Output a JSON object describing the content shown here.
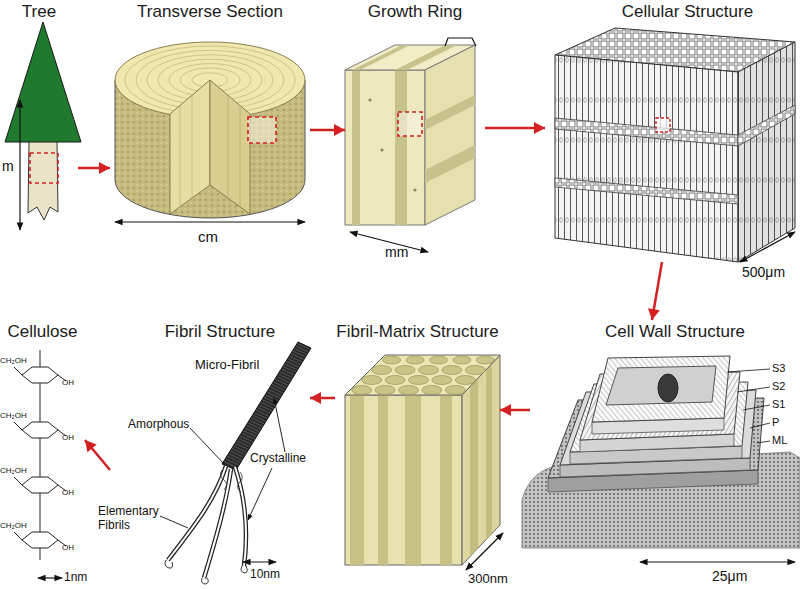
{
  "diagram": {
    "nodes": [
      {
        "text": [
          "Tree"
        ]
      },
      {
        "text": [
          "Transverse Section"
        ]
      },
      {
        "text": [
          "Growth Ring"
        ]
      },
      {
        "text": [
          "Cellular Structure"
        ]
      },
      {
        "text": [
          "Cell Wall Structure"
        ]
      },
      {
        "text": [
          "Fibril-Matrix Structure"
        ]
      },
      {
        "text": [
          "Fibril Structure"
        ]
      },
      {
        "text": [
          "Cellulose"
        ]
      }
    ],
    "edges": [
      {
        "from": 0,
        "to": 1,
        "arrow": "to"
      },
      {
        "from": 1,
        "to": 2,
        "arrow": "to"
      },
      {
        "from": 2,
        "to": 3,
        "arrow": "to"
      },
      {
        "from": 3,
        "to": 4,
        "arrow": "to"
      },
      {
        "from": 4,
        "to": 5,
        "arrow": "to"
      },
      {
        "from": 5,
        "to": 6,
        "arrow": "to"
      },
      {
        "from": 6,
        "to": 7,
        "arrow": "to"
      }
    ],
    "labels": [
      "m",
      "cm",
      "mm",
      "500μm",
      "S3",
      "S2",
      "S1",
      "P",
      "ML",
      "25μm",
      "300nm",
      "Micro-Fibril",
      "Amorphous",
      "Crystalline",
      "Elementary Fibrils",
      "10nm",
      "1nm",
      "CH₂OH",
      "OH",
      "CH₂OH",
      "OH",
      "CH₂OH",
      "OH",
      "CH₂OH",
      "OH"
    ]
  }
}
